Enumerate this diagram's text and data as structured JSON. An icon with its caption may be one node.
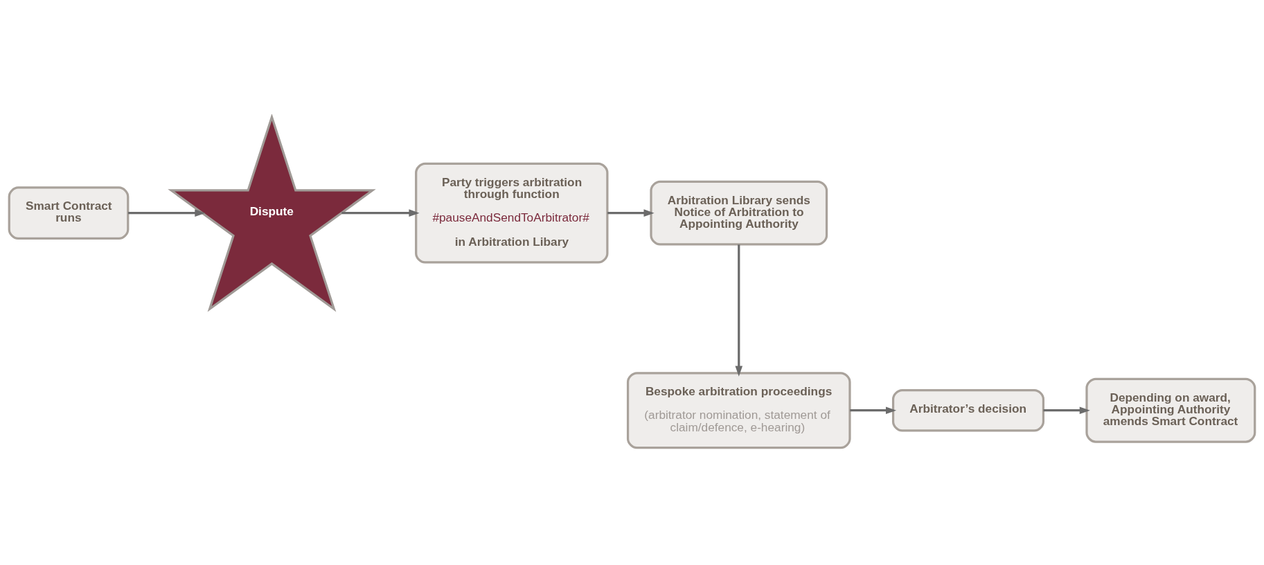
{
  "diagram": {
    "nodes": [
      {
        "text": [
          "Smart Contract runs"
        ]
      },
      {
        "text": [
          "Dispute"
        ]
      },
      {
        "text": [
          "Party triggers arbitration through function",
          "#pauseAndSendToArbitrator#",
          "in Arbitration Libary"
        ]
      },
      {
        "text": [
          "Arbitration Library sends Notice of Arbitration to Appointing Authority"
        ]
      },
      {
        "text": [
          "Bespoke arbitration proceedings",
          "(arbitrator nomination, statement of claim/defence, e-hearing)"
        ]
      },
      {
        "text": [
          "Arbitrator’s decision"
        ]
      },
      {
        "text": [
          "Depending on award, Appointing Authority amends Smart Contract"
        ]
      }
    ],
    "edges": [
      {
        "from": 0,
        "to": 1,
        "arrow": "to"
      },
      {
        "from": 1,
        "to": 2,
        "arrow": "to"
      },
      {
        "from": 2,
        "to": 3,
        "arrow": "to"
      },
      {
        "from": 3,
        "to": 4,
        "arrow": "to"
      },
      {
        "from": 4,
        "to": 5,
        "arrow": "to"
      },
      {
        "from": 5,
        "to": 6,
        "arrow": "to"
      }
    ]
  }
}
